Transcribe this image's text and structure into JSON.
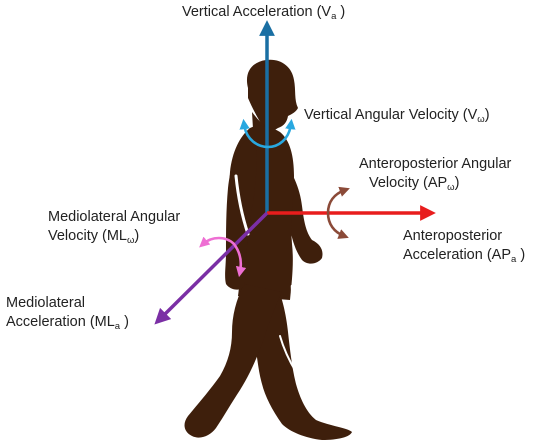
{
  "labels": {
    "vertical_acceleration": {
      "text": "Vertical Acceleration (V",
      "sub": "a",
      "close": " )"
    },
    "vertical_angular_velocity": {
      "text": "Vertical Angular Velocity (V",
      "sub": "ω",
      "close": ")"
    },
    "ap_angular_velocity": {
      "line1": "Anteroposterior Angular",
      "line2": "Velocity (AP",
      "sub": "ω",
      "close": ")"
    },
    "ml_angular_velocity": {
      "line1": "Mediolateral Angular",
      "line2": "Velocity (ML",
      "sub": "ω",
      "close": ")"
    },
    "ap_acceleration": {
      "line1": "Anteroposterior",
      "line2": "Acceleration (AP",
      "sub": "a",
      "close": " )"
    },
    "ml_acceleration": {
      "line1": "Mediolateral",
      "line2": "Acceleration (ML",
      "sub": "a",
      "close": " )"
    }
  },
  "colors": {
    "body": "#3e1f0c",
    "vertical": "#1a6fa3",
    "vertical_rotation": "#29a8e0",
    "anteroposterior": "#e81d1d",
    "ap_rotation": "#8b4a38",
    "mediolateral": "#7b2fa5",
    "ml_rotation": "#ee6fd3"
  },
  "icons": [
    "walking-person-icon",
    "vertical-axis-arrow",
    "anteroposterior-axis-arrow",
    "mediolateral-axis-arrow",
    "rotation-arrow-icon"
  ]
}
